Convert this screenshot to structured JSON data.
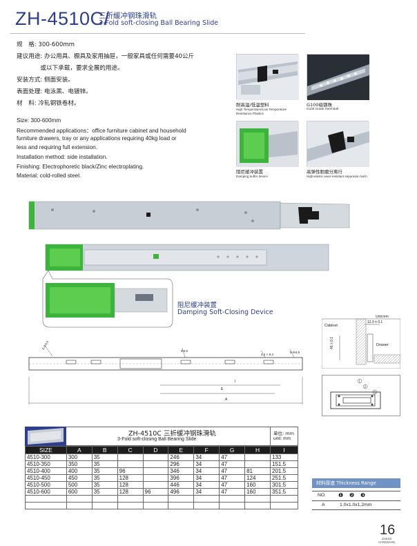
{
  "header": {
    "model": "ZH-4510C/",
    "name_cn": "三折缓冲钢珠滑轨",
    "name_en": "3-Fold soft-closing  Ball Bearing Slide"
  },
  "specs_cn": [
    "规　格: 300-600mm",
    "建议用途: 办公用具、橱具及家用抽屉，一般家具或任何需要40公斤",
    "　　　　或以下承载，要求全展的用途。",
    "安装方式: 侧面安装。",
    "表面处理: 电泳黑、电镀锌。",
    "材　料: 冷轧钢铁卷材。"
  ],
  "specs_en": [
    "Size: 300-600mm",
    "Recommended applications：office furniture cabinet and household",
    "furniture drawers, tray or any applications requiring 40kg load or",
    "less and requiring full extension.",
    "Installation method: side installation.",
    "Finishing: Electrophoretic black/Zinc electroplating.",
    "Material: cold-rolled steel."
  ],
  "features": [
    {
      "cn": "耐高温/低温塑料",
      "en": "High Temperature/Low Temperature Resistance Plastics"
    },
    {
      "cn": "G100级钢珠",
      "en": "G100 Grade Steel Ball"
    },
    {
      "cn": "阻尼缓冲装置",
      "en": "Damping buffer device"
    },
    {
      "cn": "高弹性耐磨分离行",
      "en": "High-elastic wear-resistant separation latch"
    }
  ],
  "damping": {
    "cn": "阻尼缓冲装置",
    "en": "Damping Soft-Closing Device"
  },
  "section_drawing": {
    "unit": "Unit:mm",
    "cabinet": "Cabinet",
    "drawer": "Drawer",
    "gap": "12.9 ± 0.1",
    "height": "45 ± 0.1"
  },
  "tech_dims": [
    "5-Φ4.5",
    "Φ4.5",
    "4.4 × 9.4",
    "5-Φ4.5",
    "I",
    "E",
    "A"
  ],
  "table": {
    "title_cn": "ZH-4510C 三折缓冲钢珠滑轨",
    "title_en": "3-Fold soft-closing Ball Bearing Slide",
    "unit_cn": "单位: mm",
    "unit_en": "unit: mm",
    "headers": [
      "SIZE",
      "A",
      "B",
      "C",
      "D",
      "E",
      "F",
      "G",
      "H",
      "I"
    ],
    "rows": [
      [
        "4510-300",
        "300",
        "35",
        "",
        "",
        "246",
        "34",
        "47",
        "",
        "133"
      ],
      [
        "4510-350",
        "350",
        "35",
        "",
        "",
        "296",
        "34",
        "47",
        "",
        "151.5"
      ],
      [
        "4510-400",
        "400",
        "35",
        "96",
        "",
        "346",
        "34",
        "47",
        "81",
        "201.5"
      ],
      [
        "4510-450",
        "450",
        "35",
        "128",
        "",
        "396",
        "34",
        "47",
        "124",
        "251.5"
      ],
      [
        "4510-500",
        "500",
        "35",
        "128",
        "",
        "446",
        "34",
        "47",
        "160",
        "301.5"
      ],
      [
        "4510-600",
        "600",
        "35",
        "128",
        "96",
        "496",
        "34",
        "47",
        "160",
        "351.5"
      ]
    ]
  },
  "thickness": {
    "title": "材料厚度  Thickness Range",
    "no_label": "NO.",
    "circles": [
      "❶",
      "❷",
      "❸"
    ],
    "row_label": "A",
    "row_value": "1.0x1.0x1.2mm"
  },
  "footer": {
    "page": "16",
    "brand1": "ZHIHUI",
    "brand2": "HARDWARE"
  },
  "colors": {
    "brand_blue": "#2c3e8c",
    "green": "#3cb43c",
    "steel": "#c8ced6"
  }
}
